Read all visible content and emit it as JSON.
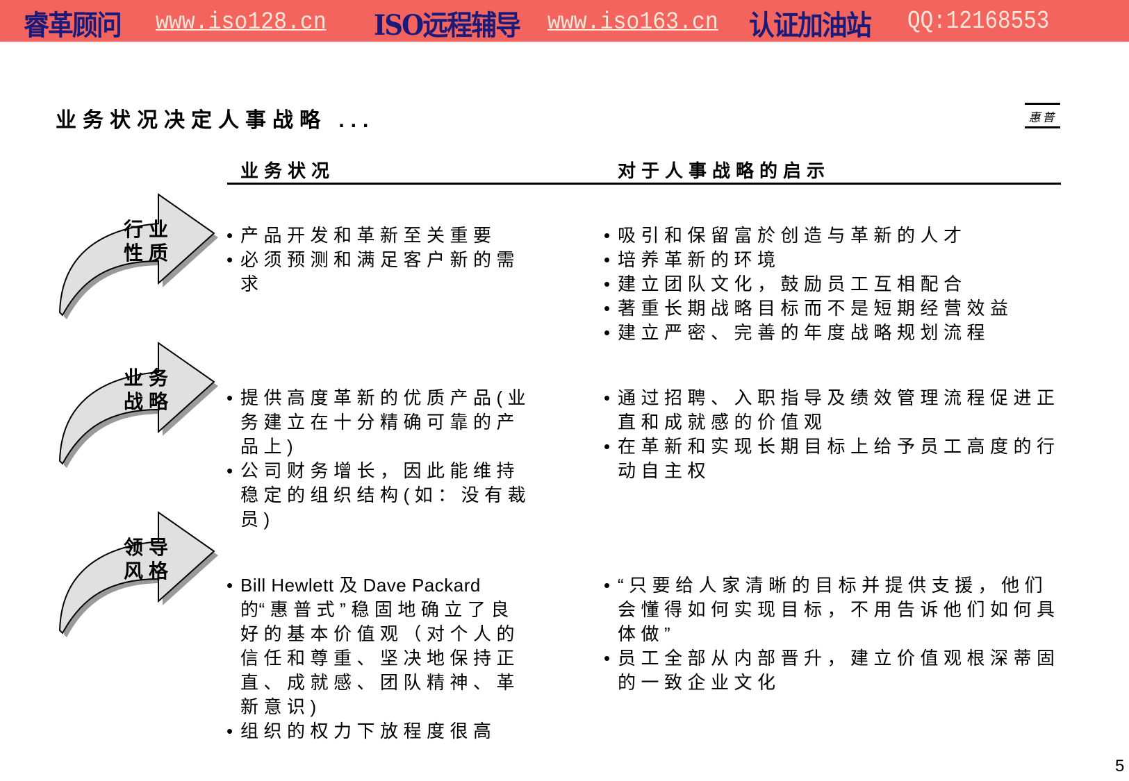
{
  "banner": {
    "brand_1": "睿革顾问",
    "url_1": "www.iso128.cn",
    "brand_2": "ISO远程辅导",
    "url_2": "www.iso163.cn",
    "brand_3": "认证加油站",
    "qq": "QQ:12168553",
    "background_color": "#f2645d",
    "brand_color": "#1a1a7a"
  },
  "page": {
    "title": "业务状况决定人事战略 ...",
    "source_tag": "惠普",
    "page_number": "5"
  },
  "columns": {
    "left_header": "业务状况",
    "right_header": "对于人事战略的启示"
  },
  "rows": [
    {
      "arrow_label_line1": "行业",
      "arrow_label_line2": "性质",
      "business": [
        "产品开发和革新至关重要",
        "必须预测和满足客户新的需求"
      ],
      "implications": [
        "吸引和保留富於创造与革新的人才",
        "培养革新的环境",
        "建立团队文化，鼓励员工互相配合",
        "著重长期战略目标而不是短期经营效益",
        "建立严密、完善的年度战略规划流程"
      ]
    },
    {
      "arrow_label_line1": "业务",
      "arrow_label_line2": "战略",
      "business": [
        "提供高度革新的优质产品(业务建立在十分精确可靠的产品上)",
        "公司财务增长，因此能维持稳定的组织结构(如：没有裁员)"
      ],
      "implications": [
        "通过招聘、入职指导及绩效管理流程促进正直和成就感的价值观",
        "在革新和实现长期目标上给予员工高度的行动自主权"
      ]
    },
    {
      "arrow_label_line1": "领导",
      "arrow_label_line2": "风格",
      "business_first_en": "Bill Hewlett 及 Dave Packard 的",
      "business": [
        "“惠普式”稳固地确立了良好的基本价值观（对个人的信任和尊重、坚决地保持正直、成就感、团队精神、革新意识)",
        "组织的权力下放程度很高"
      ],
      "implications": [
        "“只要给人家清晰的目标并提供支援，他们会懂得如何实现目标，不用告诉他们如何具体做”",
        "员工全部从内部晋升，建立价值观根深蒂固的一致企业文化"
      ]
    }
  ]
}
